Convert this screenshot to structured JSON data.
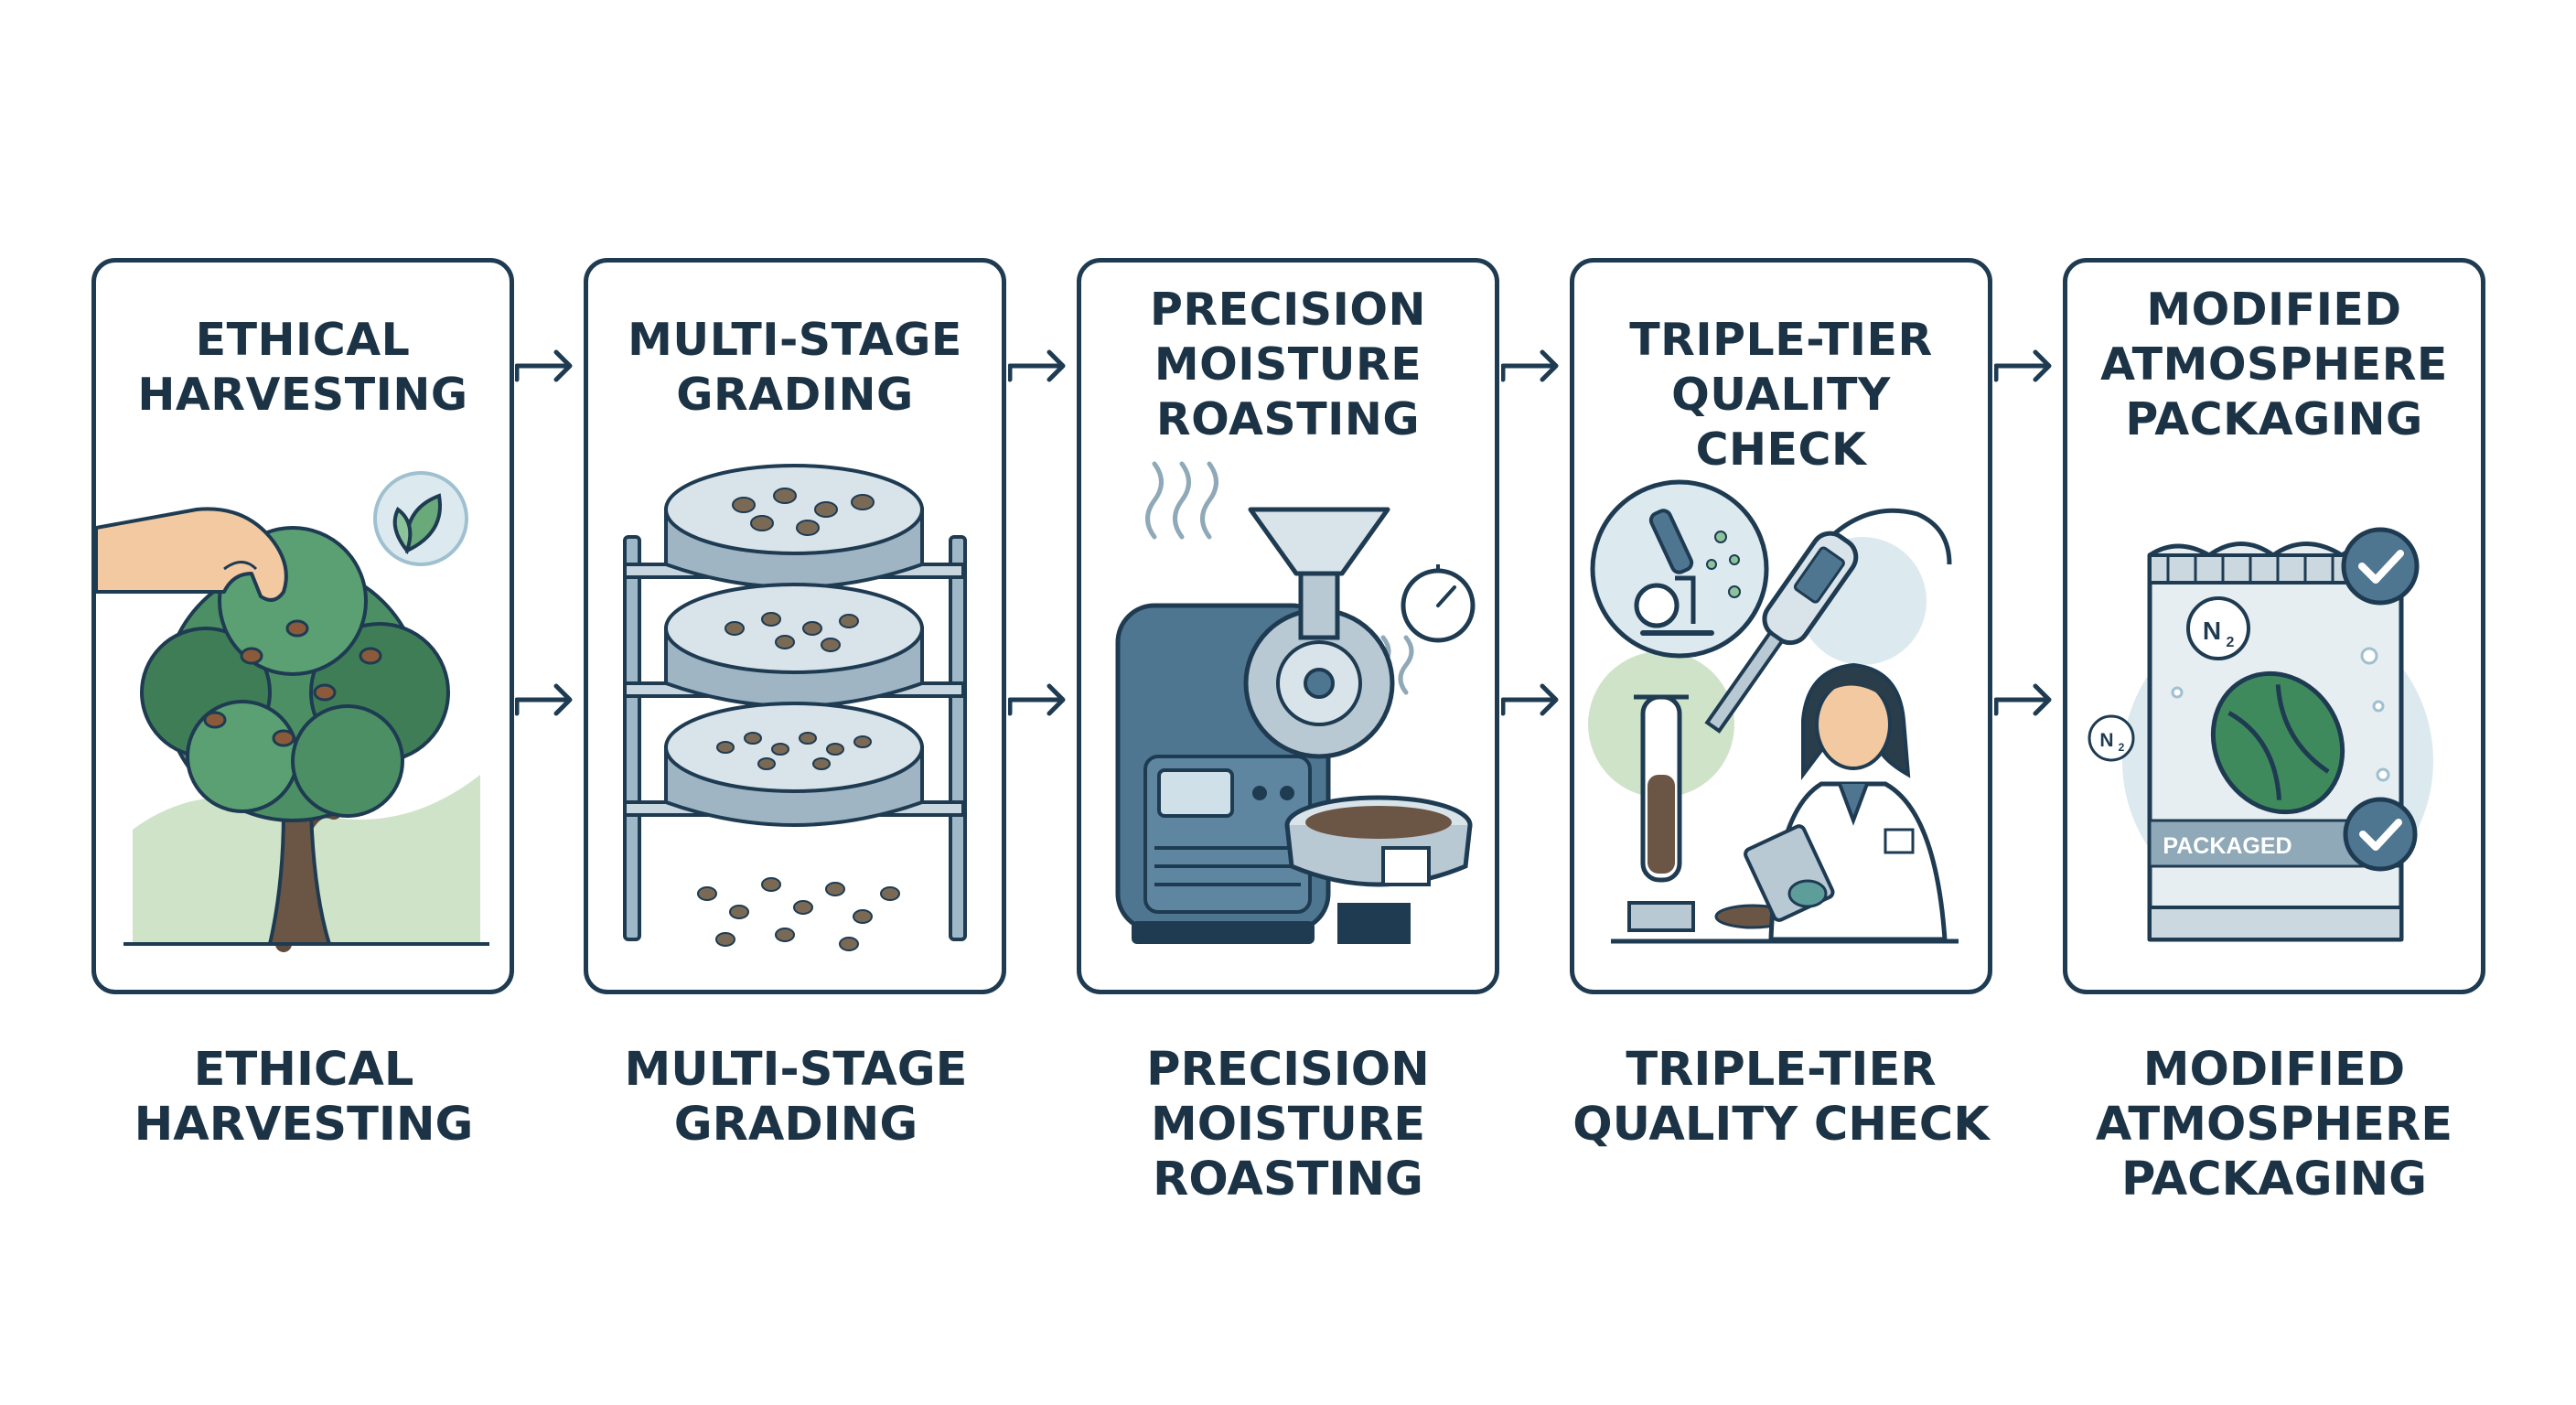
{
  "steps": [
    {
      "title": "ETHICAL\nHARVESTING",
      "caption": "ETHICAL\nHARVESTING"
    },
    {
      "title": "MULTI-STAGE\nGRADING",
      "caption": "MULTI-STAGE\nGRADING"
    },
    {
      "title": "PRECISION\nMOISTURE\nROASTING",
      "caption": "PRECISION\nMOISTURE\nROASTING"
    },
    {
      "title": "TRIPLE-TIER\nQUALITY CHECK",
      "caption": "TRIPLE-TIER\nQUALITY CHECK"
    },
    {
      "title": "MODIFIED\nATMOSPHERE\nPACKAGING",
      "caption": "MODIFIED\nATMOSPHERE\nPACKAGING"
    }
  ],
  "packaging": {
    "badge": "PACKAGED",
    "gas_symbol": "N",
    "gas_subscript": "2"
  },
  "icons": [
    "leaf-icon",
    "sieve-stack-icon",
    "roaster-machine-icon",
    "microscope-icon",
    "check-icon"
  ],
  "colors": {
    "outline": "#1e3b52",
    "steel": "#4f7690",
    "leaf": "#3f8a5c",
    "mist": "#dceaf0",
    "skin": "#f2c9a0"
  }
}
